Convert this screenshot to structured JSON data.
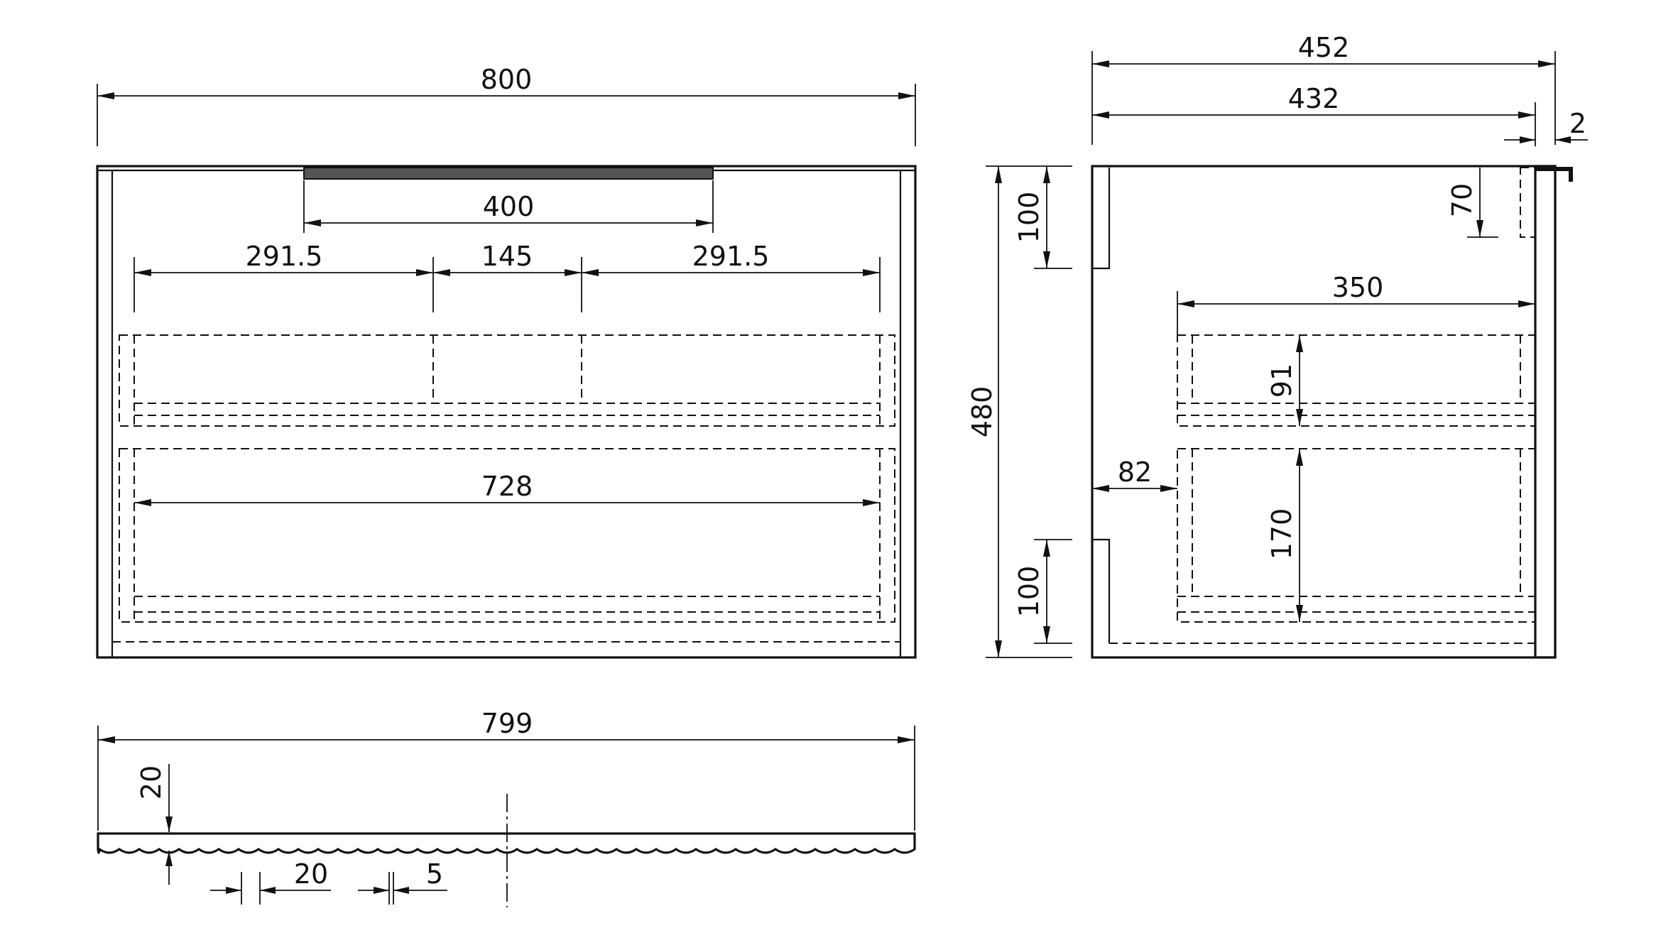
{
  "drawing": {
    "front_view": {
      "dim_total_width": "800",
      "dim_handle": "400",
      "dim_drawer_left": "291.5",
      "dim_drawer_middle": "145",
      "dim_drawer_right": "291.5",
      "dim_inner_width": "728"
    },
    "side_view": {
      "dim_total_depth": "452",
      "dim_body_depth": "432",
      "dim_front_thickness": "2",
      "dim_height": "480",
      "dim_top_rail": "100",
      "dim_bottom_rail": "100",
      "dim_handle_drop": "70",
      "dim_drawer_depth": "350",
      "dim_top_drawer_height": "91",
      "dim_bottom_drawer_height": "170",
      "dim_back_offset": "82"
    },
    "top_plate": {
      "dim_width": "799",
      "dim_thickness": "20",
      "dim_wave_pitch": "20",
      "dim_wave_gap": "5"
    }
  }
}
